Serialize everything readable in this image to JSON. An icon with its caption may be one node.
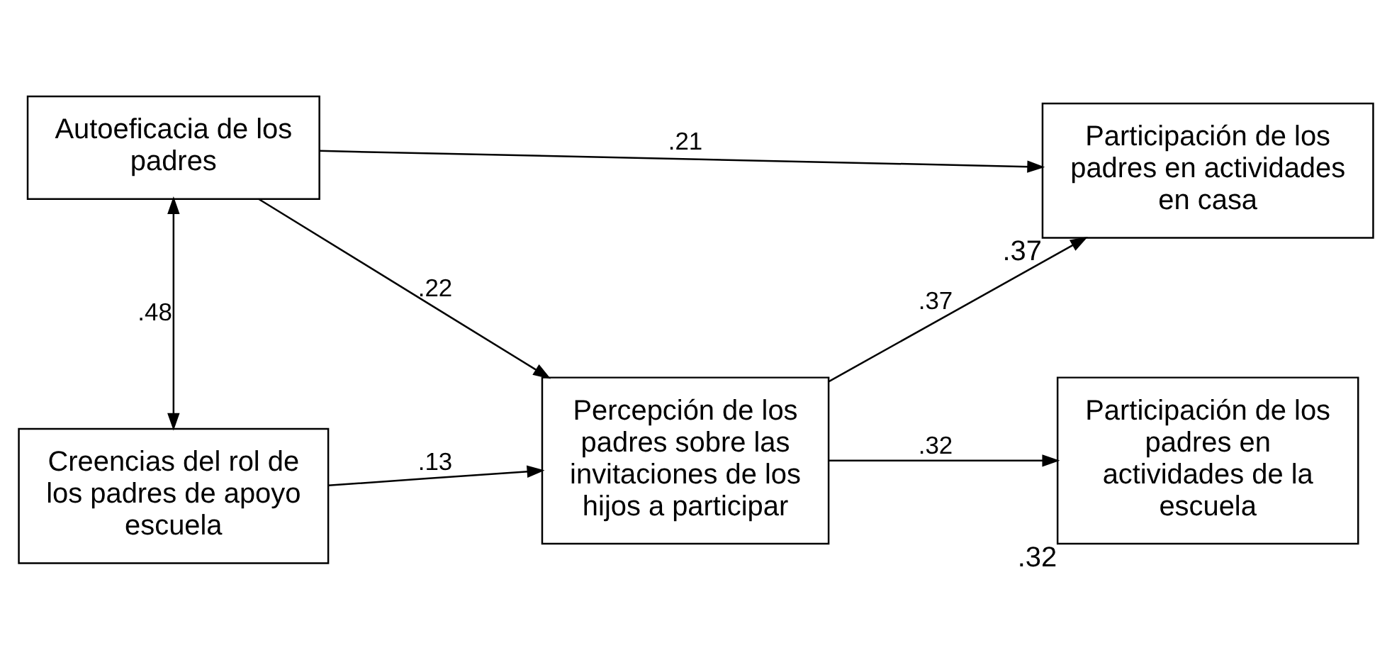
{
  "diagram": {
    "nodes": [
      {
        "text": [
          "Autoeficacia de los padres"
        ]
      },
      {
        "text": [
          "Creencias del rol de los padres de apoyo escuela"
        ]
      },
      {
        "text": [
          "Percepción de los padres sobre las invitaciones de los hijos a participar"
        ]
      },
      {
        "text": [
          "Participación de los padres en actividades en casa"
        ],
        "beside": [
          ".37"
        ]
      },
      {
        "text": [
          "Participación de los padres en actividades de la escuela"
        ],
        "beside": [
          ".32"
        ]
      }
    ],
    "edges": [
      {
        "from": 0,
        "to": 3,
        "arrow": "to",
        "label": ".21"
      },
      {
        "from": 0,
        "to": 2,
        "arrow": "to",
        "label": ".22"
      },
      {
        "from": 0,
        "to": 1,
        "arrow": "both",
        "label": ".48"
      },
      {
        "from": 1,
        "to": 2,
        "arrow": "to",
        "label": ".13"
      },
      {
        "from": 2,
        "to": 3,
        "arrow": "to",
        "label": ".37"
      },
      {
        "from": 2,
        "to": 4,
        "arrow": "to",
        "label": ".32"
      }
    ]
  }
}
